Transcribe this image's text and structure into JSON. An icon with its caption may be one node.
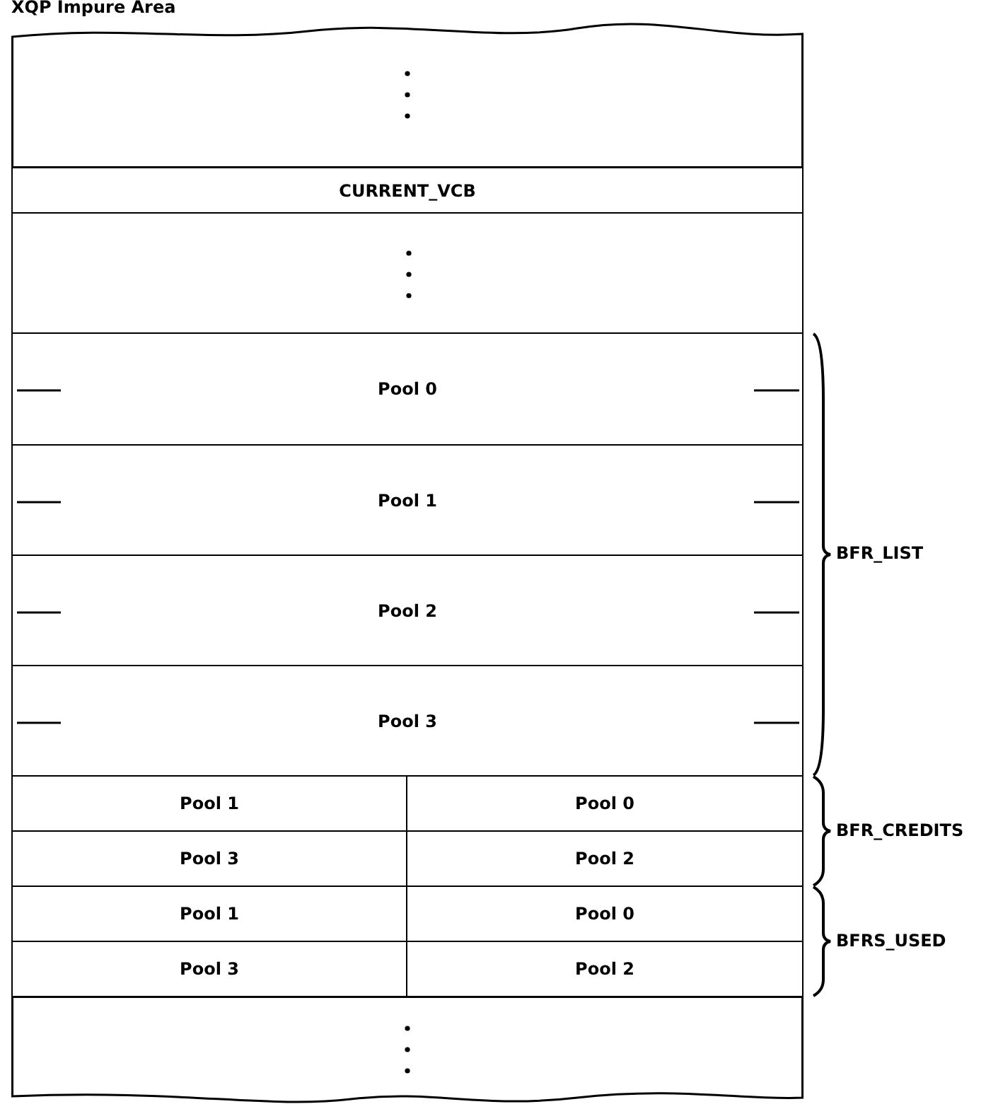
{
  "diagram": {
    "title": "XQP Impure Area",
    "nodes": [
      {
        "text": [],
        "shape": "box"
      },
      {
        "text": [
          "CURRENT_VCB"
        ]
      },
      {
        "text": [],
        "shape": "box"
      },
      {
        "text": [
          "Pool 0"
        ]
      },
      {
        "text": [
          "Pool 1"
        ]
      },
      {
        "text": [
          "Pool 2"
        ]
      },
      {
        "text": [
          "Pool 3"
        ]
      },
      {
        "text": [
          "Pool 1"
        ]
      },
      {
        "text": [
          "Pool 0"
        ]
      },
      {
        "text": [
          "Pool 3"
        ]
      },
      {
        "text": [
          "Pool 2"
        ]
      },
      {
        "text": [
          "Pool 1"
        ]
      },
      {
        "text": [
          "Pool 0"
        ]
      },
      {
        "text": [
          "Pool 3"
        ]
      },
      {
        "text": [
          "Pool 2"
        ]
      },
      {
        "text": [],
        "shape": "box"
      }
    ],
    "edges": [],
    "labels": [
      "BFR_LIST",
      "BFR_CREDITS",
      "BFRS_USED"
    ]
  }
}
